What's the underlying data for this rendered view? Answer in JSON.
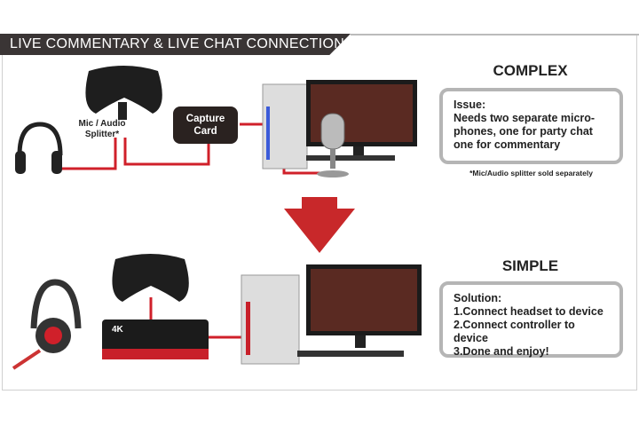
{
  "header": {
    "title": "LIVE COMMENTARY & LIVE CHAT CONNECTION"
  },
  "complex": {
    "heading": "COMPLEX",
    "box_title": "Issue:",
    "box_lines": [
      "Needs two separate micro-",
      "phones, one for party chat",
      "one for commentary"
    ],
    "footnote": "*Mic/Audio splitter sold separately",
    "splitter_label_1": "Mic / Audio",
    "splitter_label_2": "Splitter*",
    "capture_label_1": "Capture",
    "capture_label_2": "Card"
  },
  "simple": {
    "heading": "SIMPLE",
    "box_title": "Solution:",
    "box_lines": [
      "1.Connect headset to device",
      "2.Connect controller to device",
      "3.Done and enjoy!"
    ],
    "device_badge": "4K"
  },
  "colors": {
    "cable": "#d0202a",
    "arrow": "#c8282a",
    "header": "#3a3535"
  }
}
